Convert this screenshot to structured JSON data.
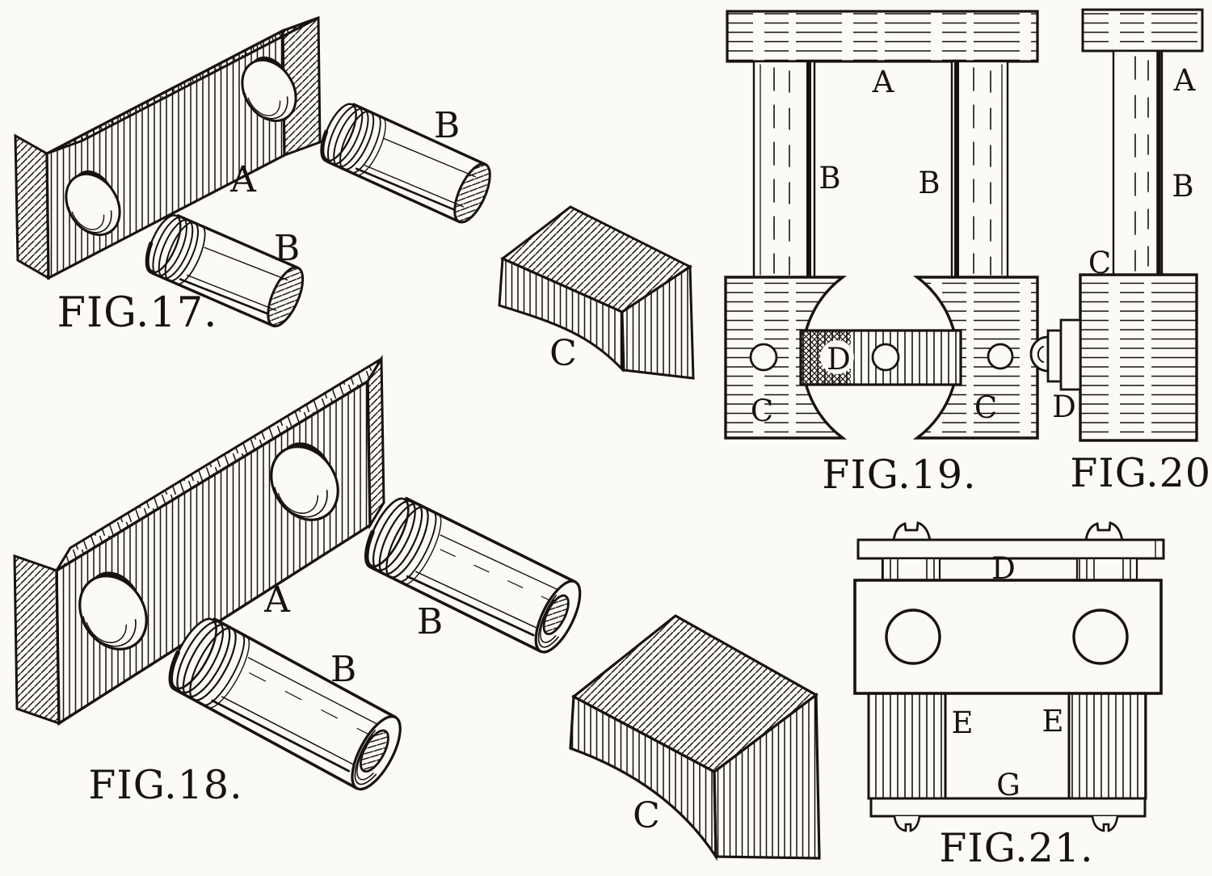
{
  "page": {
    "background": "#fbfaf7",
    "ink": "#17130e"
  },
  "figures": {
    "fig17": {
      "caption": "FIG.17.",
      "labels": {
        "A": "A",
        "B_top": "B",
        "B_bottom": "B",
        "C": "C"
      }
    },
    "fig18": {
      "caption": "FIG.18.",
      "labels": {
        "A": "A",
        "B_top": "B",
        "B_bottom": "B",
        "C": "C"
      }
    },
    "fig19": {
      "caption": "FIG.19.",
      "labels": {
        "A": "A",
        "B_left": "B",
        "B_right": "B",
        "C_left": "C",
        "C_right": "C",
        "D": "D"
      }
    },
    "fig20": {
      "caption": "FIG.20.",
      "labels": {
        "A": "A",
        "B": "B",
        "C": "C",
        "D": "D"
      }
    },
    "fig21": {
      "caption": "FIG.21.",
      "labels": {
        "D": "D",
        "E_left": "E",
        "E_right": "E",
        "G": "G"
      }
    }
  }
}
